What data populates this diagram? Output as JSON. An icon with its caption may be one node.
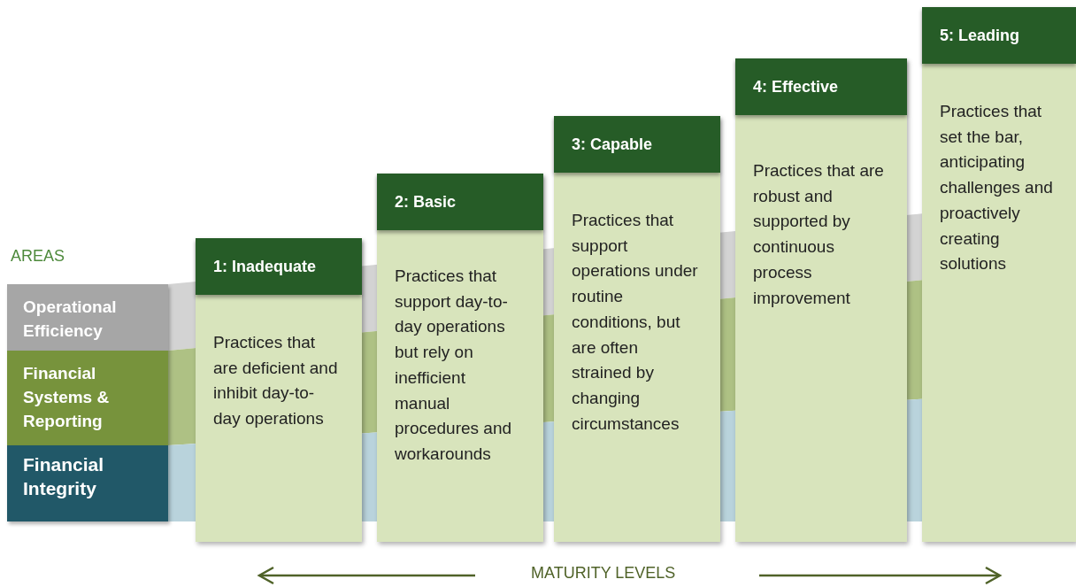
{
  "diagram": {
    "nodes": [
      {
        "text": [
          "Operational Efficiency"
        ]
      },
      {
        "text": [
          "Financial Systems & Reporting"
        ]
      },
      {
        "text": [
          "Financial Integrity"
        ]
      },
      {
        "text": [
          "1: Inadequate",
          "Practices that are deficient and inhibit day-to-day operations"
        ]
      },
      {
        "text": [
          "2: Basic",
          "Practices that support day-to-day operations but rely on inefficient manual procedures and workarounds"
        ]
      },
      {
        "text": [
          "3: Capable",
          "Practices that support operations under routine conditions, but are often strained by changing circumstances"
        ]
      },
      {
        "text": [
          "4: Effective",
          "Practices that are robust and supported by continuous process improvement"
        ]
      },
      {
        "text": [
          "5: Leading",
          "Practices that set the bar, anticipating challenges and proactively creating solutions"
        ]
      }
    ],
    "labels": [
      "AREAS",
      "MATURITY LEVELS"
    ]
  }
}
